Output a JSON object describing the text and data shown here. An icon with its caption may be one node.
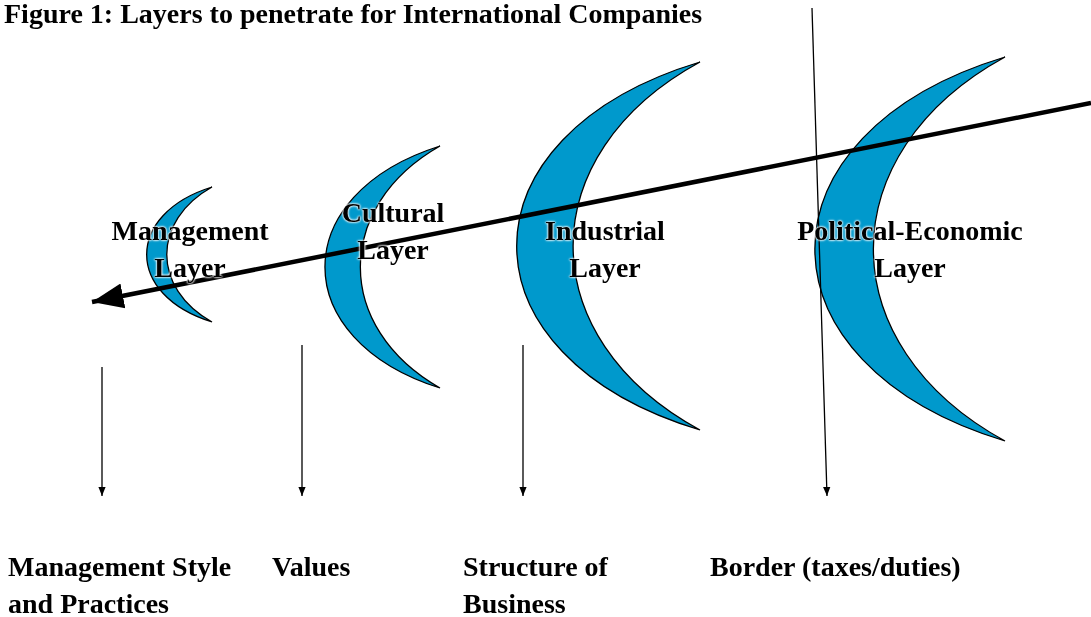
{
  "diagram": {
    "title": "Figure 1: Layers to penetrate for International Companies",
    "nodes": [
      {
        "text": [
          "Management Layer"
        ]
      },
      {
        "text": [
          "Cultural Layer"
        ]
      },
      {
        "text": [
          "Industrial Layer"
        ]
      },
      {
        "text": [
          "Political-Economic Layer"
        ]
      },
      {
        "text": [
          "Management Style and Practices"
        ]
      },
      {
        "text": [
          "Values"
        ]
      },
      {
        "text": [
          "Structure of Business"
        ]
      },
      {
        "text": [
          "Border (taxes/duties)"
        ]
      }
    ],
    "edges": [
      {
        "from": null,
        "to": 4,
        "arrow": "to"
      },
      {
        "from": null,
        "to": 5,
        "arrow": "to"
      },
      {
        "from": null,
        "to": 6,
        "arrow": "to"
      },
      {
        "from": null,
        "to": 7,
        "arrow": "to"
      }
    ]
  }
}
